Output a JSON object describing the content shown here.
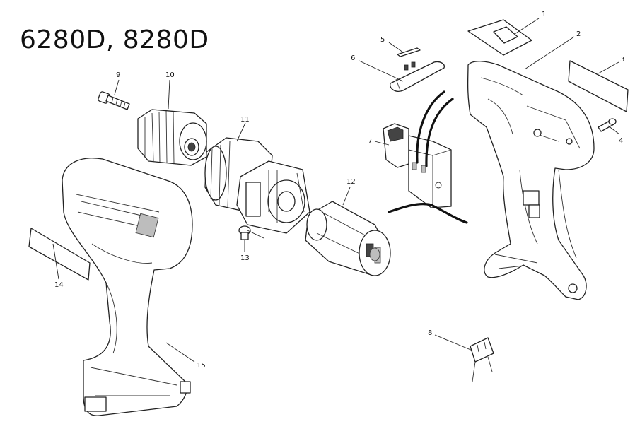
{
  "title": "6280D, 8280D",
  "parts": [
    {
      "number": "1"
    },
    {
      "number": "2"
    },
    {
      "number": "3"
    },
    {
      "number": "4"
    },
    {
      "number": "5"
    },
    {
      "number": "6"
    },
    {
      "number": "7"
    },
    {
      "number": "8"
    },
    {
      "number": "9"
    },
    {
      "number": "10"
    },
    {
      "number": "11"
    },
    {
      "number": "12"
    },
    {
      "number": "13"
    },
    {
      "number": "14"
    },
    {
      "number": "15"
    }
  ]
}
